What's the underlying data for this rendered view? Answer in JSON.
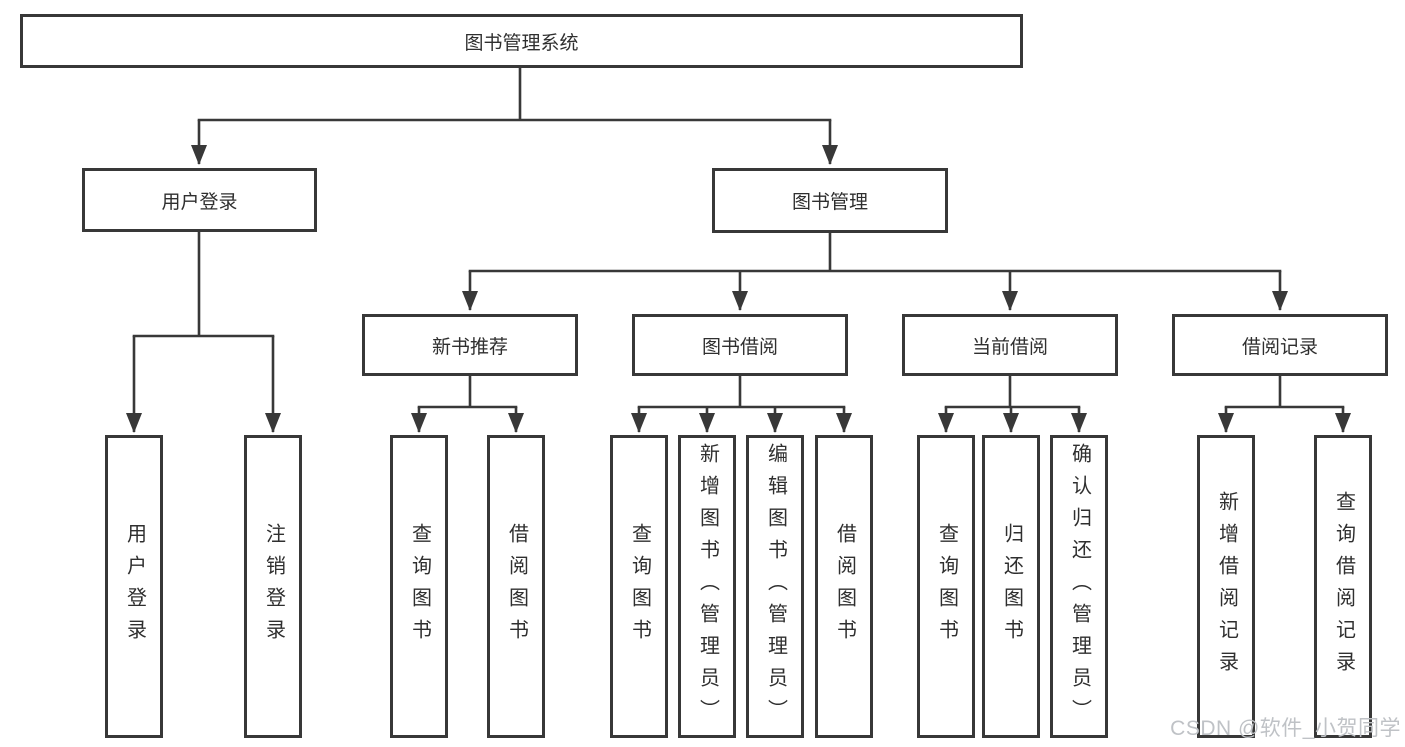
{
  "diagram": {
    "root": {
      "label": "图书管理系统",
      "children": [
        {
          "label": "用户登录",
          "children": [
            {
              "label": "用户登录"
            },
            {
              "label": "注销登录"
            }
          ]
        },
        {
          "label": "图书管理",
          "children": [
            {
              "label": "新书推荐",
              "children": [
                {
                  "label": "查询图书"
                },
                {
                  "label": "借阅图书"
                }
              ]
            },
            {
              "label": "图书借阅",
              "children": [
                {
                  "label": "查询图书"
                },
                {
                  "label": "新增图书（管理员）"
                },
                {
                  "label": "编辑图书（管理员）"
                },
                {
                  "label": "借阅图书"
                }
              ]
            },
            {
              "label": "当前借阅",
              "children": [
                {
                  "label": "查询图书"
                },
                {
                  "label": "归还图书"
                },
                {
                  "label": "确认归还（管理员）"
                }
              ]
            },
            {
              "label": "借阅记录",
              "children": [
                {
                  "label": "新增借阅记录"
                },
                {
                  "label": "查询借阅记录"
                }
              ]
            }
          ]
        }
      ]
    }
  },
  "watermark": {
    "text": "CSDN @软件_小贺同学"
  },
  "colors": {
    "line": "#383838",
    "text": "#2f2f2f",
    "background": "#ffffff",
    "watermark": "#bfc2c6"
  }
}
